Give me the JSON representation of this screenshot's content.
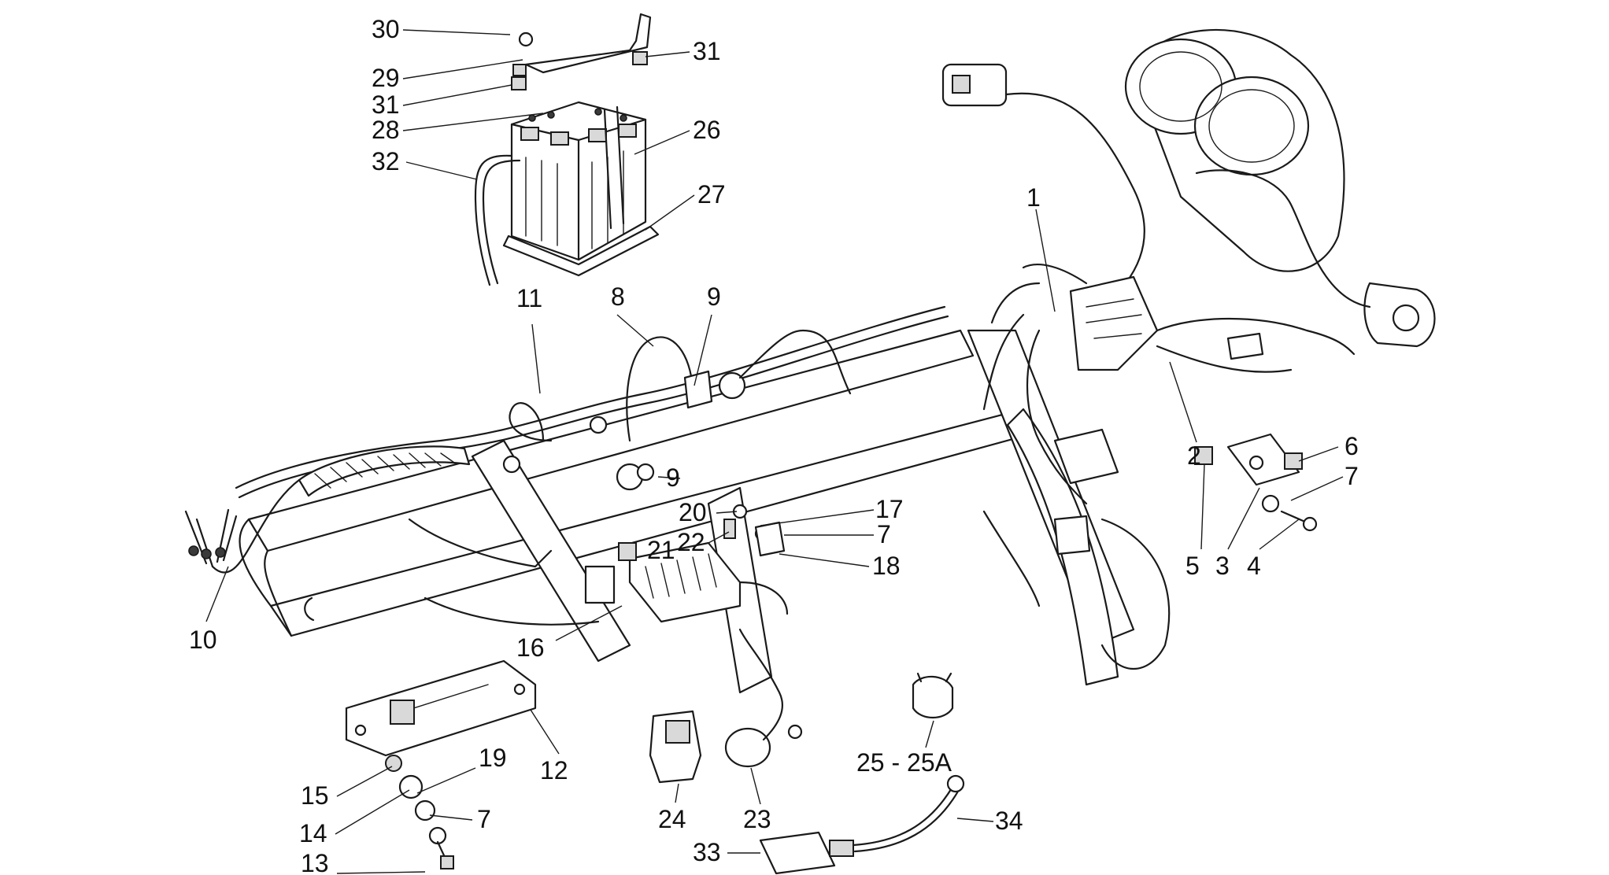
{
  "callouts": [
    {
      "id": "c30",
      "label": "30"
    },
    {
      "id": "c31a",
      "label": "31"
    },
    {
      "id": "c29",
      "label": "29"
    },
    {
      "id": "c31b",
      "label": "31"
    },
    {
      "id": "c28",
      "label": "28"
    },
    {
      "id": "c26",
      "label": "26"
    },
    {
      "id": "c32",
      "label": "32"
    },
    {
      "id": "c27",
      "label": "27"
    },
    {
      "id": "c11",
      "label": "11"
    },
    {
      "id": "c8",
      "label": "8"
    },
    {
      "id": "c9a",
      "label": "9"
    },
    {
      "id": "c9b",
      "label": "9"
    },
    {
      "id": "c1",
      "label": "1"
    },
    {
      "id": "c2",
      "label": "2"
    },
    {
      "id": "c6",
      "label": "6"
    },
    {
      "id": "c7a",
      "label": "7"
    },
    {
      "id": "c5",
      "label": "5"
    },
    {
      "id": "c3",
      "label": "3"
    },
    {
      "id": "c4",
      "label": "4"
    },
    {
      "id": "c20",
      "label": "20"
    },
    {
      "id": "c17",
      "label": "17"
    },
    {
      "id": "c21",
      "label": "21"
    },
    {
      "id": "c22",
      "label": "22"
    },
    {
      "id": "c7b",
      "label": "7"
    },
    {
      "id": "c18",
      "label": "18"
    },
    {
      "id": "c10",
      "label": "10"
    },
    {
      "id": "c16",
      "label": "16"
    },
    {
      "id": "c12",
      "label": "12"
    },
    {
      "id": "c15",
      "label": "15"
    },
    {
      "id": "c19",
      "label": "19"
    },
    {
      "id": "c14",
      "label": "14"
    },
    {
      "id": "c7c",
      "label": "7"
    },
    {
      "id": "c13",
      "label": "13"
    },
    {
      "id": "c24",
      "label": "24"
    },
    {
      "id": "c23",
      "label": "23"
    },
    {
      "id": "c25",
      "label": "25 - 25A"
    },
    {
      "id": "c34",
      "label": "34"
    },
    {
      "id": "c33",
      "label": "33"
    }
  ]
}
